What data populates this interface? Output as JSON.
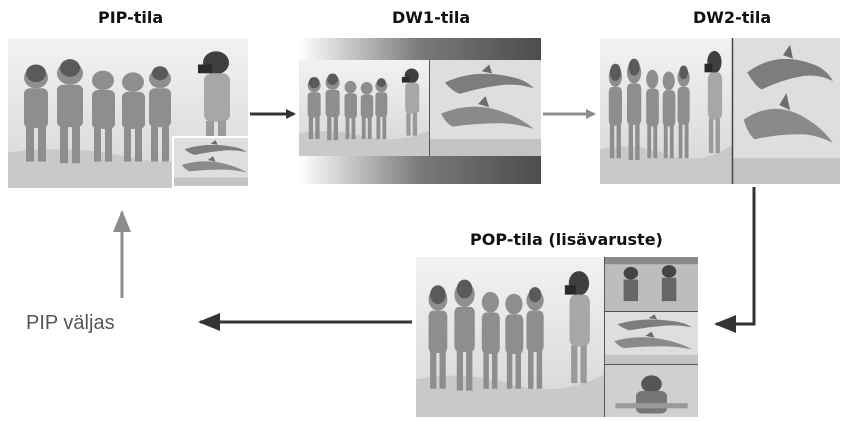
{
  "modes": {
    "pip": {
      "label": "PIP-tila"
    },
    "dw1": {
      "label": "DW1-tila"
    },
    "dw2": {
      "label": "DW2-tila"
    },
    "pop": {
      "label_main": "POP-tila",
      "label_note": "(lisävaruste)"
    }
  },
  "pip_off": {
    "label": "PIP väljas"
  },
  "colors": {
    "arrow_dark": "#333333",
    "arrow_light": "#8c8c8c",
    "pop_label_main": "#555555"
  },
  "icons": {
    "children": "children-photo",
    "dolphins": "dolphins-photo",
    "snorkeler": "snorkeler-photo"
  }
}
